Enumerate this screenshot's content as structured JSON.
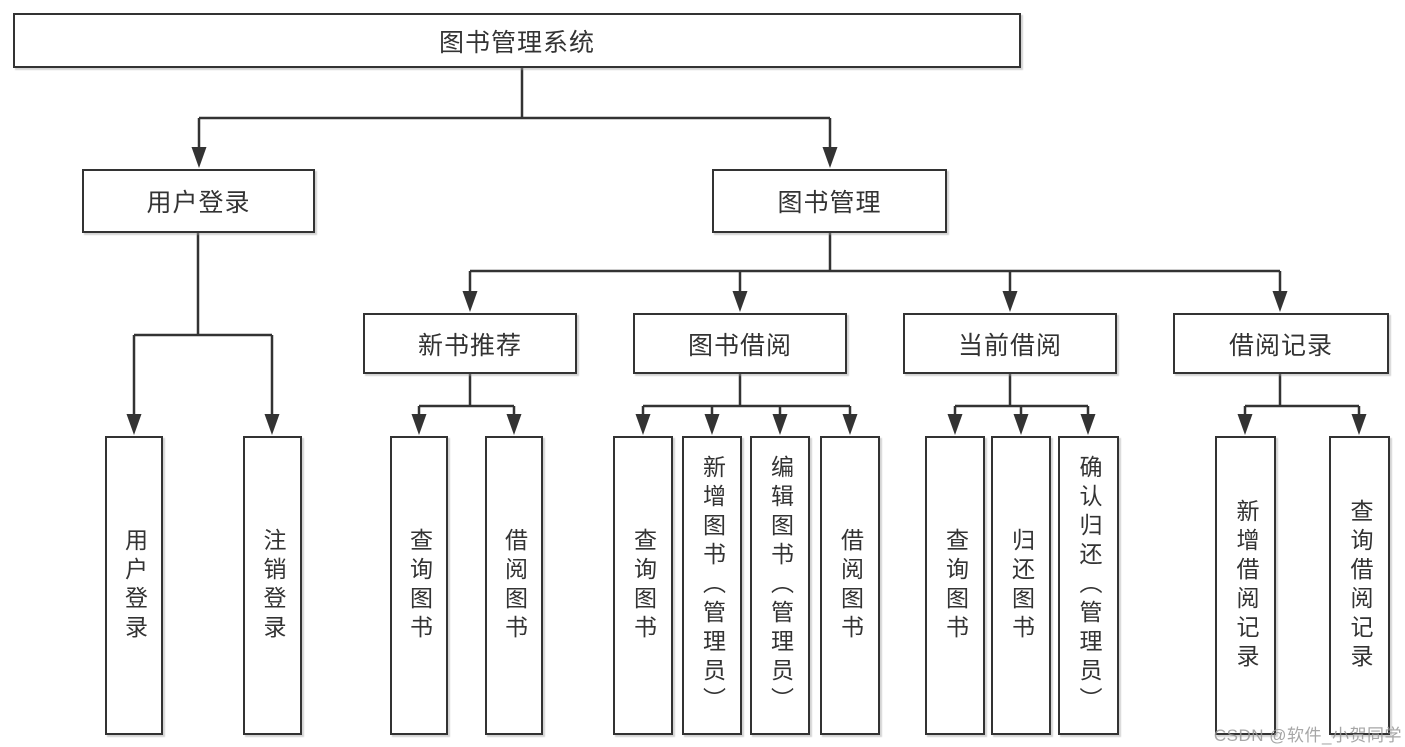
{
  "tree": {
    "label": "图书管理系统",
    "children": [
      {
        "label": "用户登录",
        "children": [
          {
            "label": "用户登录"
          },
          {
            "label": "注销登录"
          }
        ]
      },
      {
        "label": "图书管理",
        "children": [
          {
            "label": "新书推荐",
            "children": [
              {
                "label": "查询图书"
              },
              {
                "label": "借阅图书"
              }
            ]
          },
          {
            "label": "图书借阅",
            "children": [
              {
                "label": "查询图书"
              },
              {
                "label": "新增图书（管理员）"
              },
              {
                "label": "编辑图书（管理员）"
              },
              {
                "label": "借阅图书"
              }
            ]
          },
          {
            "label": "当前借阅",
            "children": [
              {
                "label": "查询图书"
              },
              {
                "label": "归还图书"
              },
              {
                "label": "确认归还（管理员）"
              }
            ]
          },
          {
            "label": "借阅记录",
            "children": [
              {
                "label": "新增借阅记录"
              },
              {
                "label": "查询借阅记录"
              }
            ]
          }
        ]
      }
    ]
  },
  "watermark": {
    "text": "CSDN @软件_小贺同学"
  },
  "colors": {
    "line": "#333333",
    "box_border": "#333333",
    "text": "#333333",
    "background": "#ffffff",
    "watermark": "#969696"
  }
}
